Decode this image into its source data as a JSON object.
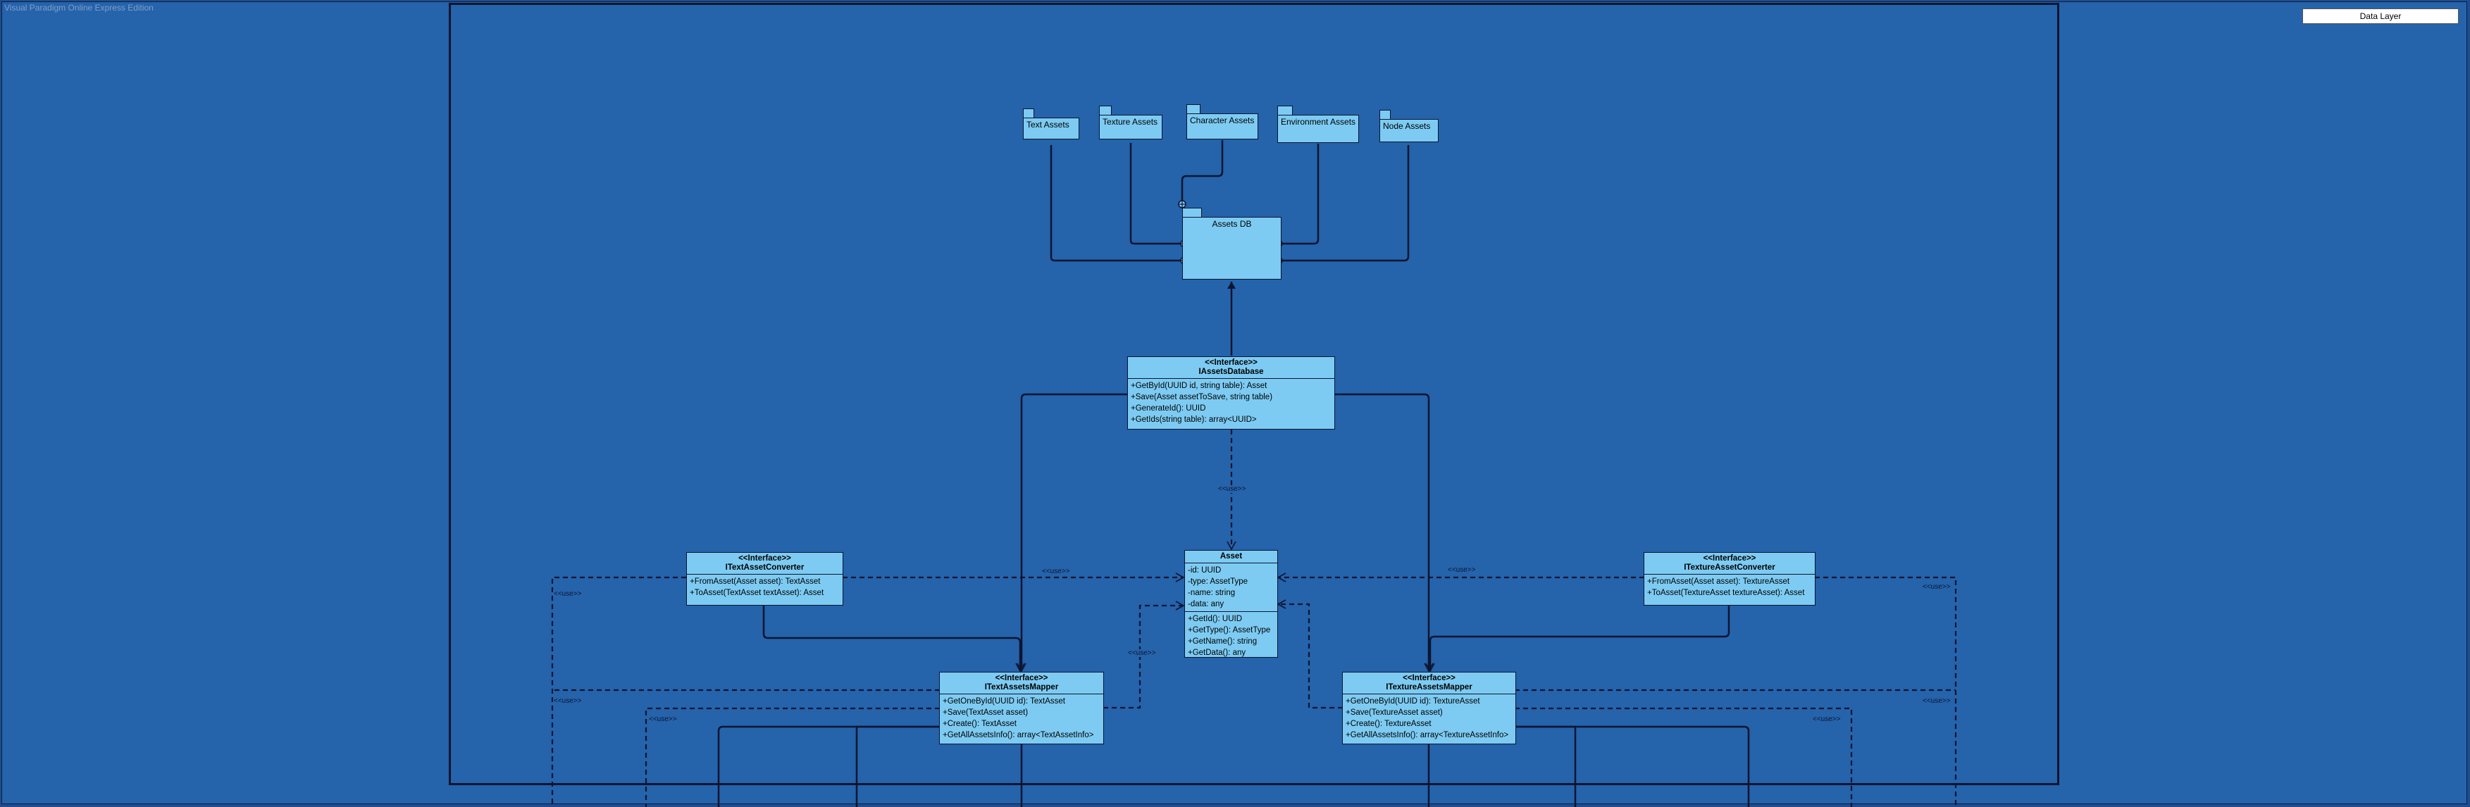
{
  "watermark": "Visual Paradigm Online Express Edition",
  "layer_label": "Data Layer",
  "packages": {
    "text_assets": "Text Assets",
    "texture_assets": "Texture Assets",
    "character_assets": "Character Assets",
    "environment_assets": "Environment Assets",
    "node_assets": "Node Assets",
    "assets_db": "Assets DB"
  },
  "use_label": "<<use>>",
  "classes": {
    "iassets_database": {
      "stereotype": "<<Interface>>",
      "name": "IAssetsDatabase",
      "operations": [
        "+GetById(UUID id, string table): Asset",
        "+Save(Asset assetToSave, string table)",
        "+GenerateId(): UUID",
        "+GetIds(string table): array<UUID>"
      ]
    },
    "asset": {
      "name": "Asset",
      "attributes": [
        "-id: UUID",
        "-type: AssetType",
        "-name: string",
        "-data: any"
      ],
      "operations": [
        "+GetId(): UUID",
        "+GetType(): AssetType",
        "+GetName(): string",
        "+GetData(): any"
      ]
    },
    "itext_asset_converter": {
      "stereotype": "<<Interface>>",
      "name": "ITextAssetConverter",
      "operations": [
        "+FromAsset(Asset asset): TextAsset",
        "+ToAsset(TextAsset textAsset): Asset"
      ]
    },
    "itexture_asset_converter": {
      "stereotype": "<<Interface>>",
      "name": "ITextureAssetConverter",
      "operations": [
        "+FromAsset(Asset asset): TextureAsset",
        "+ToAsset(TextureAsset textureAsset): Asset"
      ]
    },
    "itext_assets_mapper": {
      "stereotype": "<<Interface>>",
      "name": "ITextAssetsMapper",
      "operations": [
        "+GetOneById(UUID id): TextAsset",
        "+Save(TextAsset asset)",
        "+Create(): TextAsset",
        "+GetAllAssetsInfo(): array<TextAssetInfo>"
      ]
    },
    "itexture_assets_mapper": {
      "stereotype": "<<Interface>>",
      "name": "ITextureAssetsMapper",
      "operations": [
        "+GetOneById(UUID id): TextureAsset",
        "+Save(TextureAsset asset)",
        "+Create(): TextureAsset",
        "+GetAllAssetsInfo(): array<TextureAssetInfo>"
      ]
    }
  }
}
